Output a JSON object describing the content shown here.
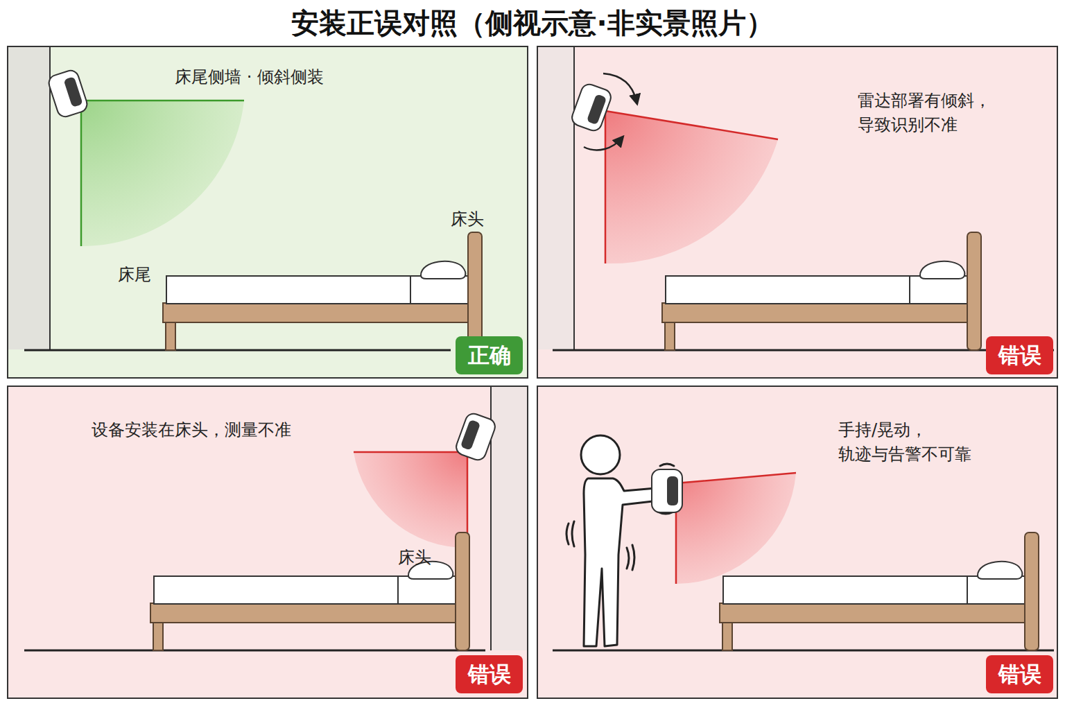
{
  "diagram": {
    "title": "安装正误对照（侧视示意·非实景照片）",
    "nodes": [
      {
        "text": [
          "床尾侧墙 · 倾斜侧装",
          "床头",
          "床尾"
        ]
      },
      {
        "text": [
          "正确"
        ],
        "in": 0
      },
      {
        "text": [
          "雷达部署有倾斜， 导致识别不准"
        ]
      },
      {
        "text": [
          "错误"
        ],
        "in": 2
      },
      {
        "text": [
          "设备安装在床头，测量不准",
          "床头"
        ]
      },
      {
        "text": [
          "错误"
        ],
        "in": 4
      },
      {
        "text": [
          "手持/晃动， 轨迹与告警不可靠"
        ]
      },
      {
        "text": [
          "错误"
        ],
        "in": 6
      }
    ]
  }
}
